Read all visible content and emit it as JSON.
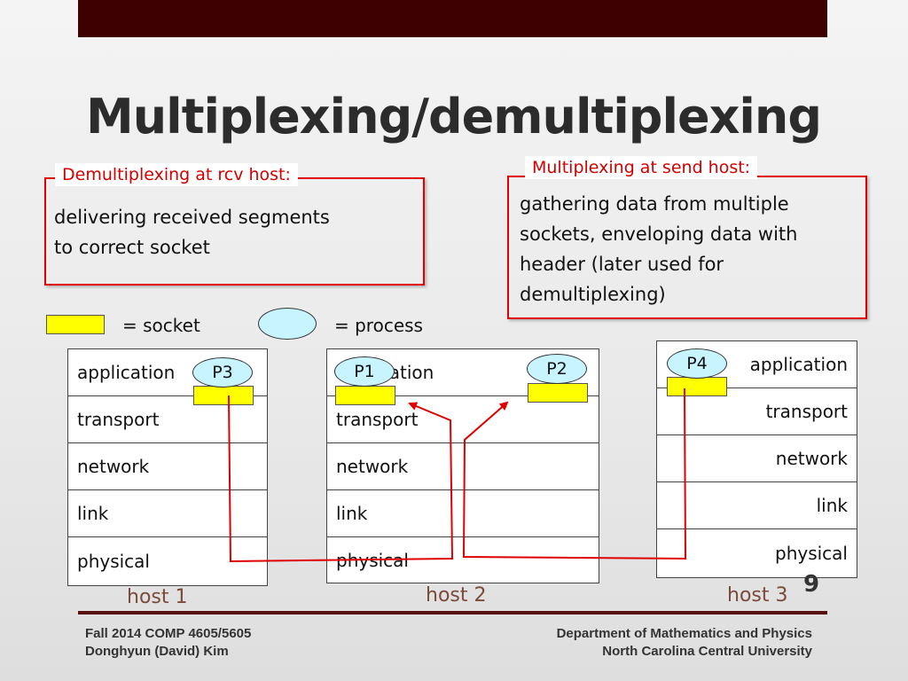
{
  "slide": {
    "title": "Multiplexing/demultiplexing",
    "page_number": "9"
  },
  "demux_box": {
    "label": "Demultiplexing at rcv host:",
    "lines": [
      "delivering received segments",
      "to correct socket"
    ]
  },
  "mux_box": {
    "label": "Multiplexing at send host:",
    "lines": [
      "gathering data from multiple",
      "sockets, enveloping data with",
      "header (later used for",
      "demultiplexing)"
    ]
  },
  "legend": {
    "socket_label": "= socket",
    "process_label": "= process"
  },
  "hosts": [
    {
      "label": "host 1",
      "layers": [
        "application",
        "transport",
        "network",
        "link",
        "physical"
      ],
      "process": "P3"
    },
    {
      "label": "host 2",
      "layers": [
        "application",
        "transport",
        "network",
        "link",
        "physical"
      ],
      "processes": [
        "P1",
        "P2"
      ]
    },
    {
      "label": "host 3",
      "layers": [
        "application",
        "transport",
        "network",
        "link",
        "physical"
      ],
      "process": "P4"
    }
  ],
  "colors": {
    "accent_red": "#e00000",
    "dark_maroon": "#3e0000",
    "socket_yellow": "#ffff00",
    "process_blue": "#c8f4ff"
  },
  "footer": {
    "left_line1": "Fall 2014 COMP 4605/5605",
    "left_line2": "Donghyun (David) Kim",
    "right_line1": "Department of Mathematics and Physics",
    "right_line2": "North Carolina Central University"
  }
}
